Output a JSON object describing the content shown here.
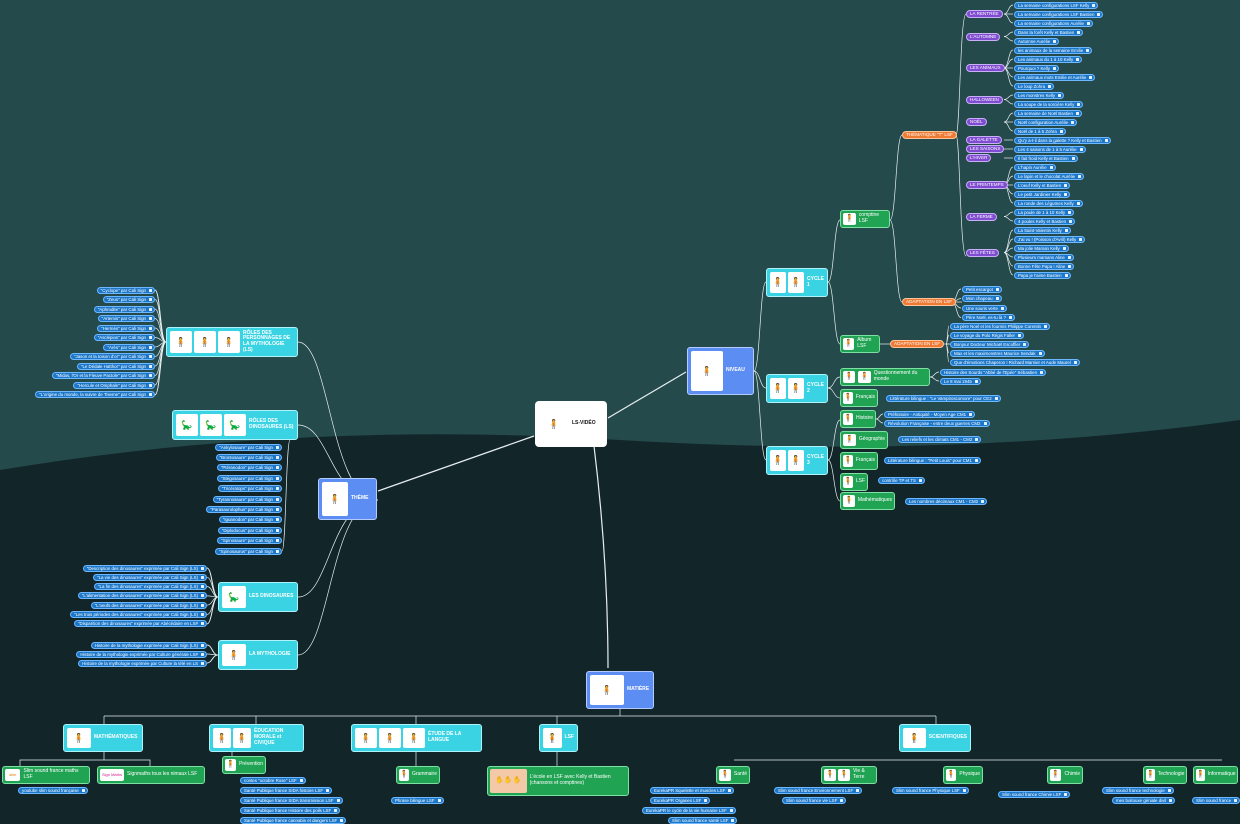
{
  "root": {
    "label": "LS-VIDÉO"
  },
  "main": {
    "niveau": "NIVEAU",
    "theme": "THÈME",
    "matiere": "MATIÈRE"
  },
  "cycles": {
    "c1": "CYCLE 1",
    "c2": "CYCLE 2",
    "c3": "CYCLE 3"
  },
  "cycle1": {
    "comptine": "comptine LSF",
    "album": "Album LSF"
  },
  "themes": {
    "thematique": "THÉMATIQUE \"T\" LSF",
    "adaptation1": "ADAPTATION EN LSF",
    "adaptation2": "ADAPTATION EN LSF"
  },
  "seasons": [
    {
      "label": "LA RENTRÉE",
      "items": [
        "La semaine configurations LSF Kelly",
        "La semaine configurations LSF Bastien",
        "La semaine configurations Aurélie"
      ]
    },
    {
      "label": "L'AUTOMNE",
      "items": [
        "Dans la forêt Kelly et Bastien",
        "Automne Aurélie"
      ]
    },
    {
      "label": "LES ANIMAUX",
      "items": [
        "les animaux de la semaine Emilie",
        "Les animaux du 1 à 10 Kelly",
        "Pourquoi ? Kelly",
        "Les animaux mots Emilie et Aurélie",
        "Le loup Zohra"
      ]
    },
    {
      "label": "HALLOWEEN",
      "items": [
        "Les monstres Kelly",
        "La soupe de la sorcière Kelly"
      ]
    },
    {
      "label": "NOËL",
      "items": [
        "La semaine de Noël Bastien",
        "Noël configuration Aurélie",
        "Noël de 1 à 5 Zohra"
      ]
    },
    {
      "label": "LA GALETTE",
      "items": [
        "Qu'y a-t-il dans la galette ? Kelly et Bastien"
      ]
    },
    {
      "label": "LES SAISONS",
      "items": [
        "Les 4 saisons de 1 à 5 Aurélie"
      ]
    },
    {
      "label": "L'HIVER",
      "items": [
        "Il fait froid Kelly et Bastien"
      ]
    },
    {
      "label": "LE PRINTEMPS",
      "items": [
        "L'hapin Aurélie",
        "Le lapin et le chocolat Aurélie",
        "L'oeuf Kelly et Bastien",
        "Le petit Jardinier Kelly",
        "La ronde des Légumes Kelly"
      ]
    },
    {
      "label": "LA FERME",
      "items": [
        "La poule de 1 à 10 Kelly",
        "4 poules Kelly et Bastien"
      ]
    },
    {
      "label": "LES FÊTES",
      "items": [
        "La Saint-Valentin Kelly",
        "J'ai vu ! (Poisson d'Avril) Kelly",
        "Ma jolie Maman Kelly",
        "Plusieurs mamans Aline",
        "Bonne Fête Papa ! Aline",
        "Papa je t'aime Bastien"
      ]
    }
  ],
  "adapt1_items": [
    "Petit escargot",
    "Mon chapeau",
    "Une souris verte",
    "Père Noël, es-tu là ?"
  ],
  "adapt2_items": [
    "La père Noel et les fourmis Philippe Corentin",
    "Le voyage du Polo Régis Faller",
    "Bonjour Docteur Michaël Escoffier",
    "Max et les maximonstres Maurice Sendak",
    "Que d'émotions Chaperon ! Richard Marnier et Aude Maurel"
  ],
  "cycle2": {
    "questionner": "Questionnement du monde",
    "francais": "Français",
    "q_items": [
      "Histoire des Sourds \"Abbé de l'Epée\" Sébastien",
      "Le 8 mai 1945"
    ],
    "f_items": [
      "Littérature bilingue : \"Le Vampiroscomore\" pour CE2"
    ]
  },
  "cycle3": {
    "histoire": "Histoire",
    "geographie": "Géographie",
    "francais": "Français",
    "lsf": "LSF",
    "maths": "Mathématiques",
    "h_items": [
      "Préhistoire - Antiquité - Moyen Age CM1",
      "Révolution Française - entre deux guerres CM2"
    ],
    "g_items": [
      "Les reliefs et les climats CM1 - CM2"
    ],
    "f_items": [
      "Littérature bilingue : \"Petit Louis\" pour CM1"
    ],
    "l_items": [
      "contrôle TP et TS"
    ],
    "m_items": [
      "Les nombres décimaux CM1 - CM2"
    ]
  },
  "roles_myth": {
    "label": "RÔLES DES PERSONNAGES DE LA MYTHOLOGIE (LS)",
    "items": [
      "\"Cyclope\" par Cali Sign",
      "\"Zeus\" par Cali Sign",
      "\"Aphrodite\" par Cali Sign",
      "\"Artemis\" par Cali Sign",
      "\"Hermès\" par Cali Sign",
      "\"Asclépios\" par Cali Sign",
      "\"Arès\" par Cali Sign",
      "\"Jason et la toison d'or\" par Cali Sign",
      "\"Le Dédale Hatthor\" par Cali Sign",
      "\"Midas, l'Or et la Fleuve Pactole\" par Cali Sign",
      "\"Hercule et Omphale\" par Cali Sign",
      "\"L'origine du monde, la suivre de Tiseme\" par Cali Sign"
    ]
  },
  "roles_dino": {
    "label": "RÔLES DES DINOSAURES (LS)",
    "items": [
      "\"Ankylosaure\" par Cali Sign",
      "\"Brontosaure\" par Cali Sign",
      "\"Ptéranodon\" par Cali Sign",
      "\"Stégosaure\" par Cali Sign",
      "\"Tricératops\" par Cali Sign",
      "\"Tyrannosaure\" par Cali Sign",
      "\"Parasaurolophus\" par Cali Sign",
      "\"Iguanodon\" par Cali Sign",
      "\"Diplodocus\" par Cali Sign",
      "\"Spinosaure\" par Cali Sign",
      "\"Spinosaurus\" par Cali Sign"
    ]
  },
  "dinosaures": {
    "label": "LES DINOSAURES",
    "items": [
      "\"Description des dinosaures\" exprimée par Cali Sign (LS)",
      "\"La vie des dinosaures\" exprimée par Cali Sign (LS)",
      "\"La fin des dinosaures\" exprimée par Cali Sign (LS)",
      "\"L'alimentation des dinosaures\" exprimée par Cali Sign (LS)",
      "\"L'oeufs des dinosaures\" exprimée par Cali Sign (LS)",
      "\"Les trois périodes des dinosaures\" exprimée par Cali Sign (LS)",
      "\"Disparition des dinosaures\" exprimée par Abécédaire en LS#"
    ]
  },
  "mythologie": {
    "label": "LA MYTHOLOGIE",
    "items": [
      "Histoire de la mythologie exprimée par Cali Sign (LS)",
      "Histoire de la mythologie exprimée par Culture générale LS#",
      "Histoire de la mythologie exprimée par Culture la télé en LS"
    ]
  },
  "subjects": [
    {
      "label": "MATHÉMATIQUES"
    },
    {
      "label": "ÉDUCATION MORALE et CIVIQUE"
    },
    {
      "label": "ÉTUDE DE LA LANGUE"
    },
    {
      "label": "LSF"
    },
    {
      "label": "SCIENTIFIQUES"
    }
  ],
  "math_items": [
    "Slim sound france maths LSF",
    "youtube slim sound française",
    "Signmaths tous les nimaux LSF"
  ],
  "math_logos": {
    "a": "slim",
    "b": "Sign Maths"
  },
  "emc": {
    "prevention": "Prévention",
    "items": [
      "contes \"octobre Rose\" LSF",
      "Santé Publique france SIDA histoire LSF",
      "Santé Publique france SIDA transmission LSF",
      "Santé Publique france Histoire des poils LSF",
      "Santé Publique france cannabis et dangers LSF"
    ]
  },
  "langue": {
    "grammaire": "Grammaire",
    "items": [
      "Phrase bilingue LSF"
    ]
  },
  "lsf_node": {
    "text": "L'école en LSF avec Kelly et Bastien (chansons et comptines)"
  },
  "sci": {
    "sante": "Santé",
    "vie_terre": "Vie & Terre",
    "physique": "Physique",
    "chimie": "Chimie",
    "technologie": "Technologie",
    "informatique": "Informatique",
    "sante_items": [
      "EurekaPR Squelette et muscles LSF",
      "EurekaPR Organes LSF",
      "EurekaPR le cycle de la vie humaine LSF",
      "Slim sound france santé LSF"
    ],
    "vt_items": [
      "Slim sound france Environnement LSF",
      "Slim sound france vie LSF"
    ],
    "phys_items": [
      "Slim sound france Physique LSF"
    ],
    "chim_items": [
      "Slim sound france Chimie LSF"
    ],
    "tech_items": [
      "Slim sound france technologie",
      "mes boitouxe géniale divil"
    ],
    "info_items": [
      "Slim sound france"
    ]
  },
  "colors": {
    "cyan": "#3ad3e3",
    "blue": "#5c8df2",
    "green": "#21a354",
    "purple": "#7f4bd1",
    "orange": "#ee7a34",
    "leaf": "#1d77c8"
  }
}
